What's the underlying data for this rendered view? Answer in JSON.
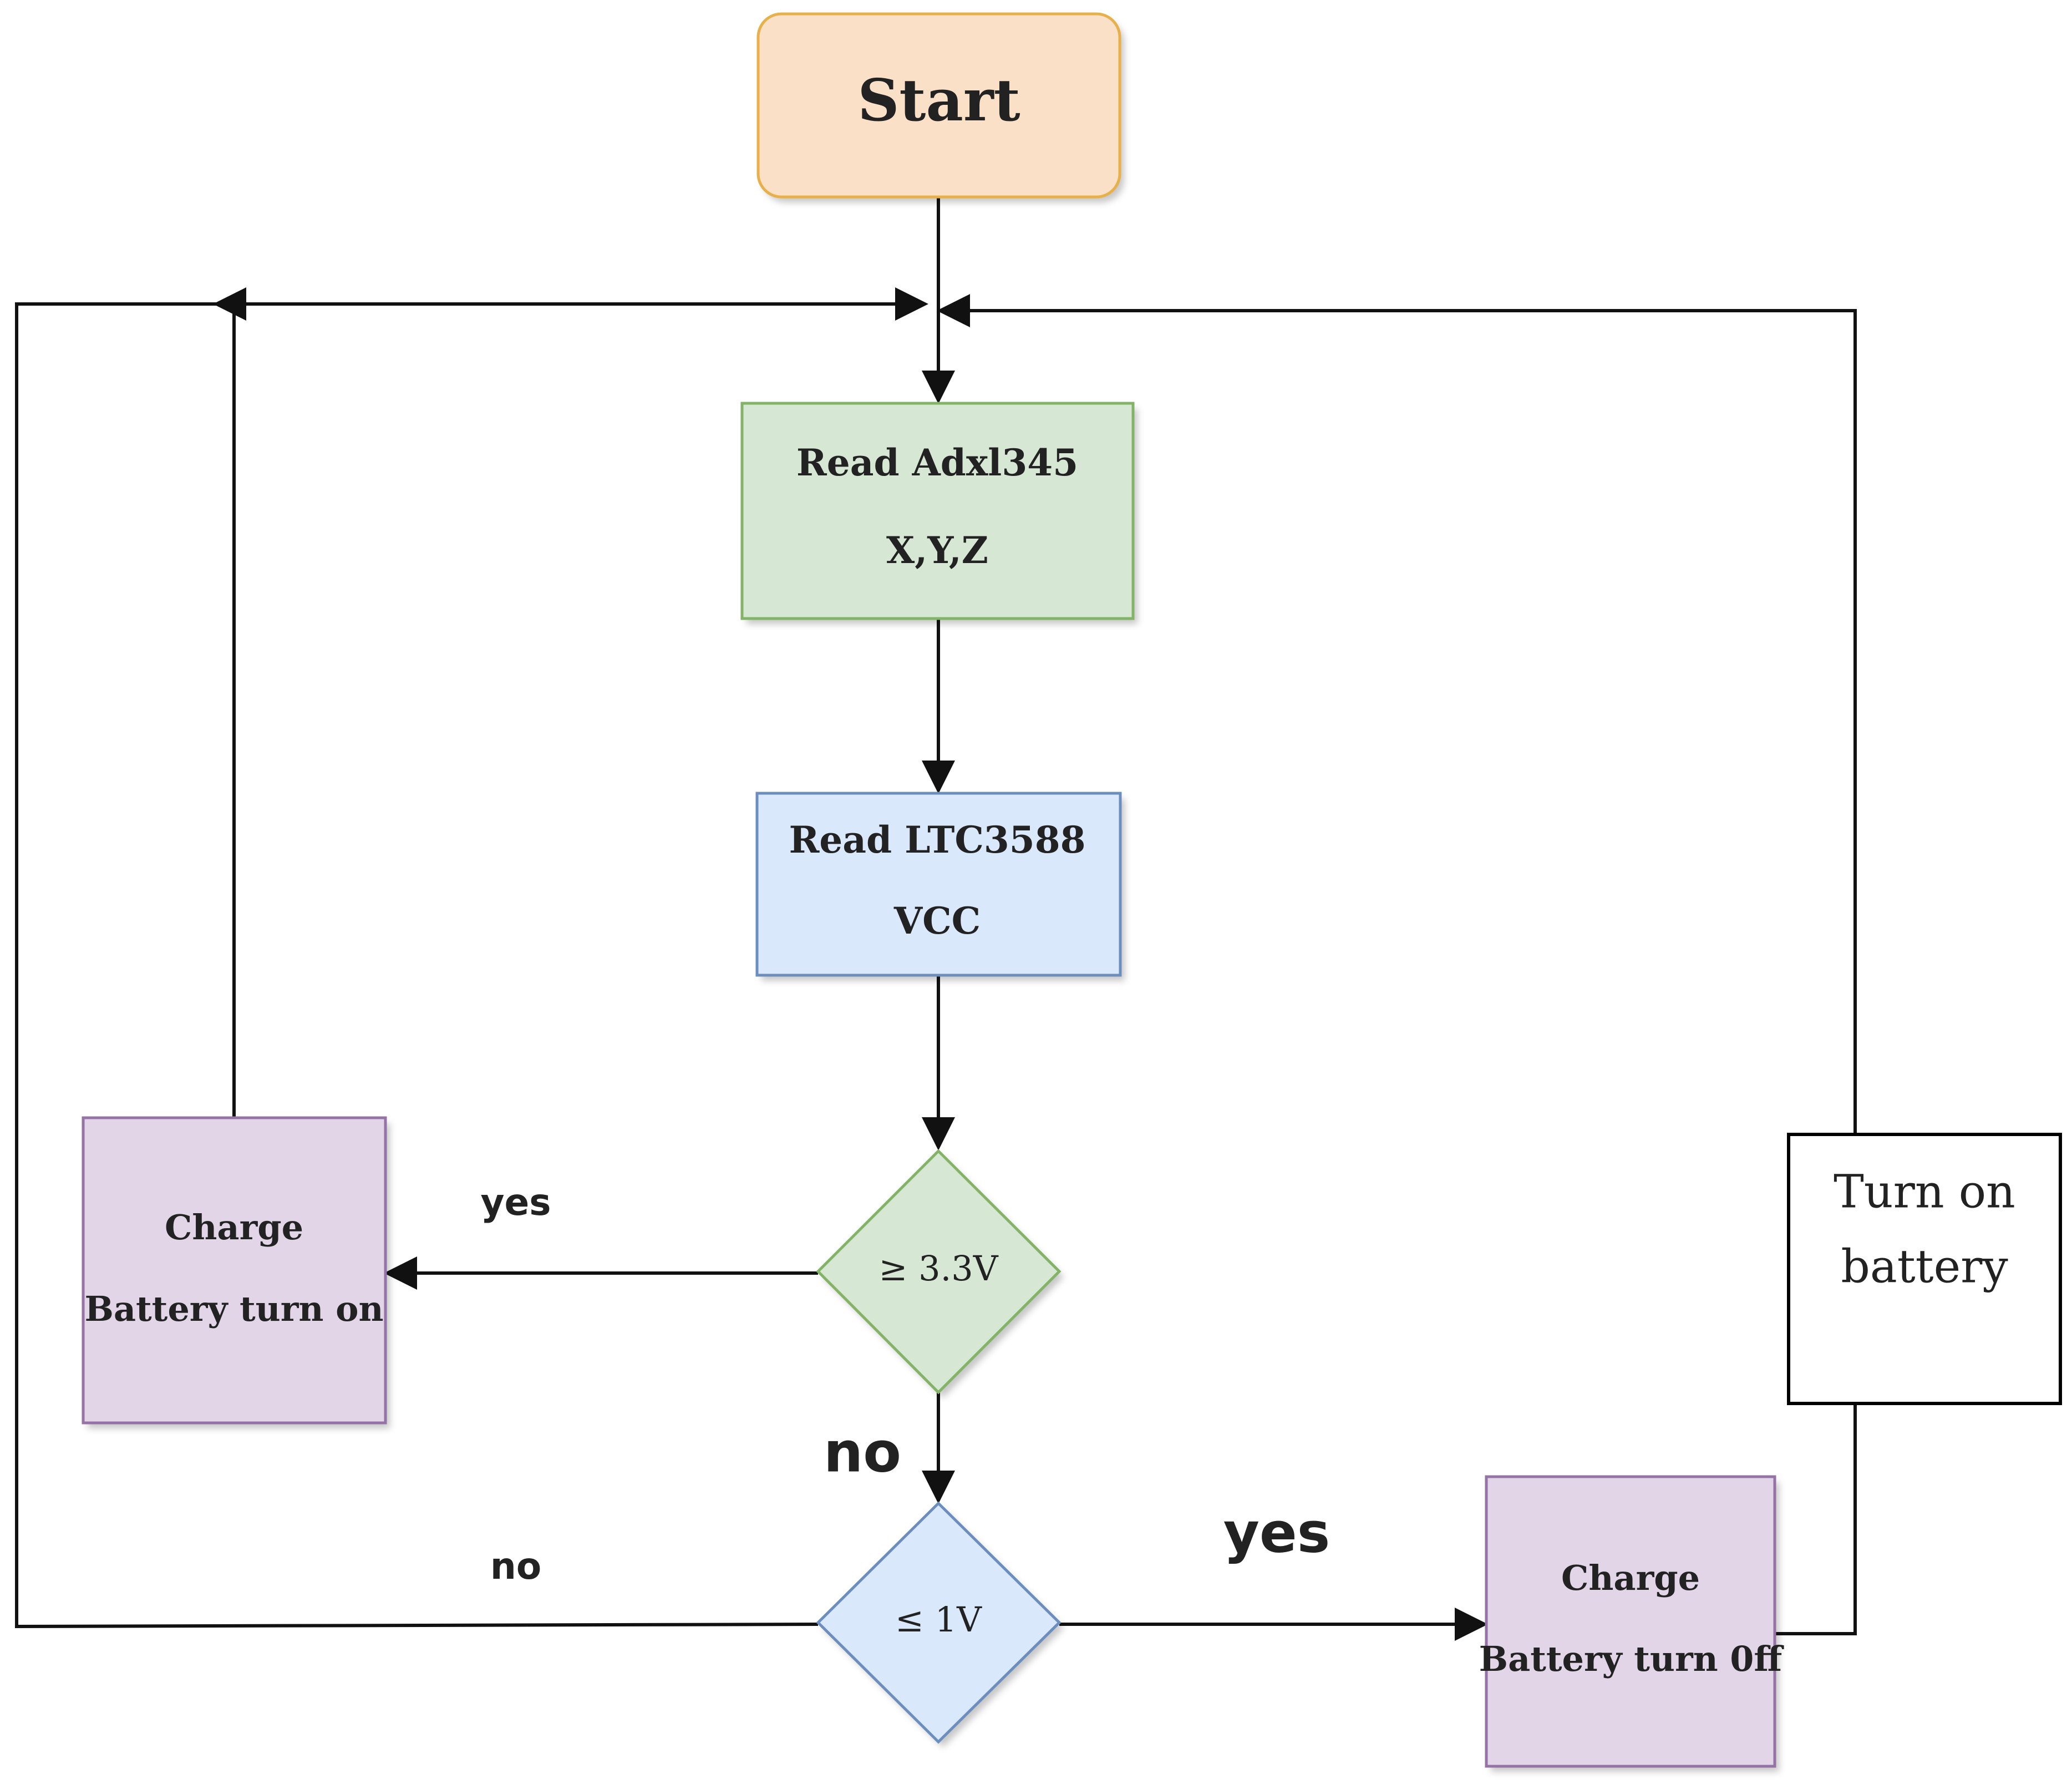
{
  "nodes": {
    "start": {
      "label": "Start",
      "fill": "#fbe0c8",
      "stroke": "#e8b04a"
    },
    "read_adxl": {
      "line1": "Read Adxl345",
      "line2": "X,Y,Z",
      "fill": "#d6e8d4",
      "stroke": "#82b366"
    },
    "read_ltc": {
      "line1": "Read LTC3588",
      "line2": "VCC",
      "fill": "#dae8fc",
      "stroke": "#6c8ebf"
    },
    "decision_high": {
      "label": "≥ 3.3V",
      "fill": "#d6e8d4",
      "stroke": "#82b366"
    },
    "decision_low": {
      "label": "≤ 1V",
      "fill": "#dae8fc",
      "stroke": "#6c8ebf"
    },
    "charge_on": {
      "line1": "Charge",
      "line2": "Battery turn on",
      "fill": "#e1d5e7",
      "stroke": "#9673a6"
    },
    "charge_off": {
      "line1": "Charge",
      "line2": "Battery turn 0ff",
      "fill": "#e1d5e7",
      "stroke": "#9673a6"
    },
    "turn_on_battery": {
      "line1": "Turn on",
      "line2": "battery",
      "fill": "#ffffff",
      "stroke": "#000000"
    }
  },
  "edges": {
    "high_yes": "yes",
    "high_no": "no",
    "low_yes": "yes",
    "low_no": "no"
  },
  "colors": {
    "line": "#111111"
  }
}
